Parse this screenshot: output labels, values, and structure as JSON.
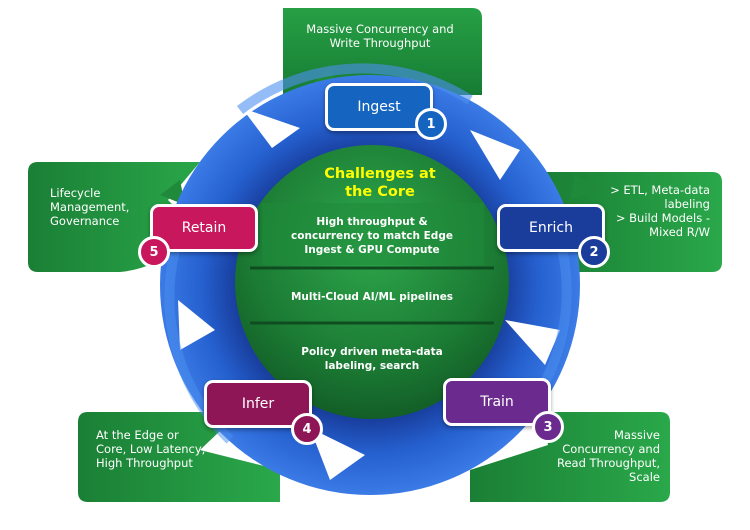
{
  "core": {
    "title_lines": [
      "Challenges at",
      "the Core"
    ],
    "items": [
      {
        "lines": [
          "High throughput &",
          "concurrency to match Edge",
          "Ingest & GPU  Compute"
        ]
      },
      {
        "lines": [
          "Multi-Cloud AI/ML pipelines"
        ]
      },
      {
        "lines": [
          "Policy driven meta-data",
          "labeling, search"
        ]
      }
    ]
  },
  "stages": [
    {
      "label": "Ingest",
      "number": "1",
      "color": "#1565c0",
      "note_lines": [
        "Massive Concurrency and",
        "Write Throughput"
      ]
    },
    {
      "label": "Enrich",
      "number": "2",
      "color": "#1a3c9a",
      "note_lines": [
        "> ETL, Meta-data",
        "labeling",
        "> Build Models -",
        "Mixed R/W"
      ]
    },
    {
      "label": "Train",
      "number": "3",
      "color": "#6a2a8e",
      "note_lines": [
        "Massive",
        "Concurrency and",
        "Read Throughput,",
        "Scale"
      ]
    },
    {
      "label": "Infer",
      "number": "4",
      "color": "#8e1556",
      "note_lines": [
        "At the Edge or",
        "Core, Low Latency,",
        "High Throughput"
      ]
    },
    {
      "label": "Retain",
      "number": "5",
      "color": "#c8175d",
      "note_lines": [
        "Lifecycle",
        "Management,",
        "Governance"
      ]
    }
  ],
  "colors": {
    "panel_green": "#1f8a3a",
    "core_green": "#1c7a32",
    "ring_blue": "#2563d0",
    "ring_dark": "#1b3f9e",
    "core_title": "#ffff00"
  }
}
